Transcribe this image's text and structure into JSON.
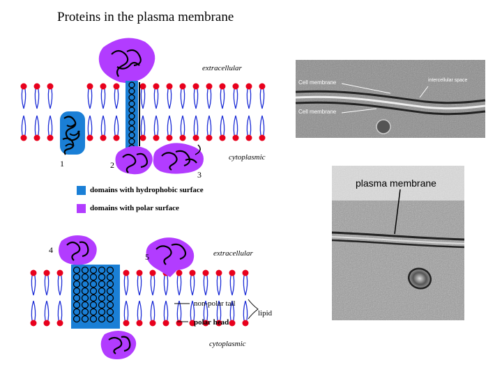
{
  "title": "Proteins in the plasma membrane",
  "top_diagram": {
    "extracellular": "extracellular",
    "cytoplasmic": "cytoplasmic",
    "numbers": [
      "1",
      "2",
      "3"
    ]
  },
  "legend": {
    "hydrophobic": "domains with hydrophobic surface",
    "polar": "domains with polar surface",
    "hydrophobic_color": "#1a7fd6",
    "polar_color": "#b23cff"
  },
  "bottom_diagram": {
    "numbers": [
      "4",
      "5"
    ],
    "extracellular": "extracellular",
    "nonpolar_tail": "non-polar tail",
    "polar_head": "polar head",
    "lipid": "lipid",
    "cytoplasmic": "cytoplasmic"
  },
  "micrograph_top": {
    "cell_membrane_1": "Cell membrane",
    "cell_membrane_2": "Cell membrane",
    "intercellular_space": "intercellular space"
  },
  "micrograph_bottom": {
    "plasma_membrane": "plasma membrane"
  },
  "colors": {
    "lipid_head": "#e8001c",
    "lipid_tail": "#1a2bd6",
    "protein_outline": "#000000"
  }
}
